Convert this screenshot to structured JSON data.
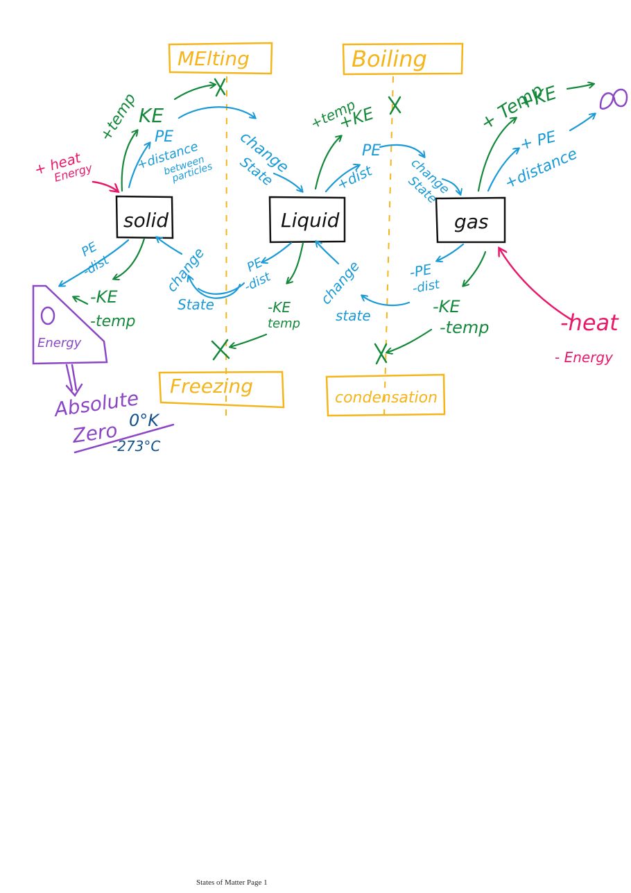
{
  "colors": {
    "orange": "#f4b41a",
    "green": "#14883a",
    "blue": "#1a9ad6",
    "pink": "#e8196a",
    "purple": "#8a46c4",
    "navy": "#12508a",
    "black": "#111111"
  },
  "states": {
    "solid": "solid",
    "liquid": "Liquid",
    "gas": "gas"
  },
  "processes": {
    "melting": "MElting",
    "boiling": "Boiling",
    "freezing": "Freezing",
    "condensation": "condensation"
  },
  "annotations": {
    "solid_up": {
      "temp": "+temp",
      "ke": "KE",
      "pe": "PE",
      "dist": "+distance",
      "between": "between",
      "particles": "particles"
    },
    "heat_energy_in": {
      "heat": "+ heat",
      "energy": "Energy"
    },
    "melt_change": {
      "change": "change",
      "state": "State"
    },
    "liquid_up": {
      "temp": "+temp",
      "ke": "+KE",
      "pe": "PE",
      "dist": "+dist"
    },
    "boil_change": {
      "change": "change",
      "state": "State"
    },
    "gas_up": {
      "temp": "+ Temp",
      "ke": "+KE",
      "pe": "+ PE",
      "dist": "+distance",
      "infinity": "∞"
    },
    "solid_down": {
      "pe": "PE",
      "dist": "-dist",
      "ke": "-KE",
      "temp": "-temp"
    },
    "freeze_change": {
      "change": "change",
      "state": "State"
    },
    "liquid_down": {
      "pe": "PE",
      "dist": "-dist",
      "ke": "-KE",
      "temp": "temp"
    },
    "cond_change": {
      "change": "change",
      "state": "state"
    },
    "gas_down": {
      "pe": "-PE",
      "dist": "-dist",
      "ke": "-KE",
      "temp": "-temp"
    },
    "heat_energy_out": {
      "heat": "-heat",
      "energy": "- Energy"
    },
    "zero_box": {
      "zero": "0",
      "energy": "Energy"
    },
    "absolute": {
      "line1": "Absolute",
      "line2": "Zero",
      "kelvin": "0°K",
      "celsius": "-273°C"
    }
  },
  "footer": "States of Matter Page 1"
}
